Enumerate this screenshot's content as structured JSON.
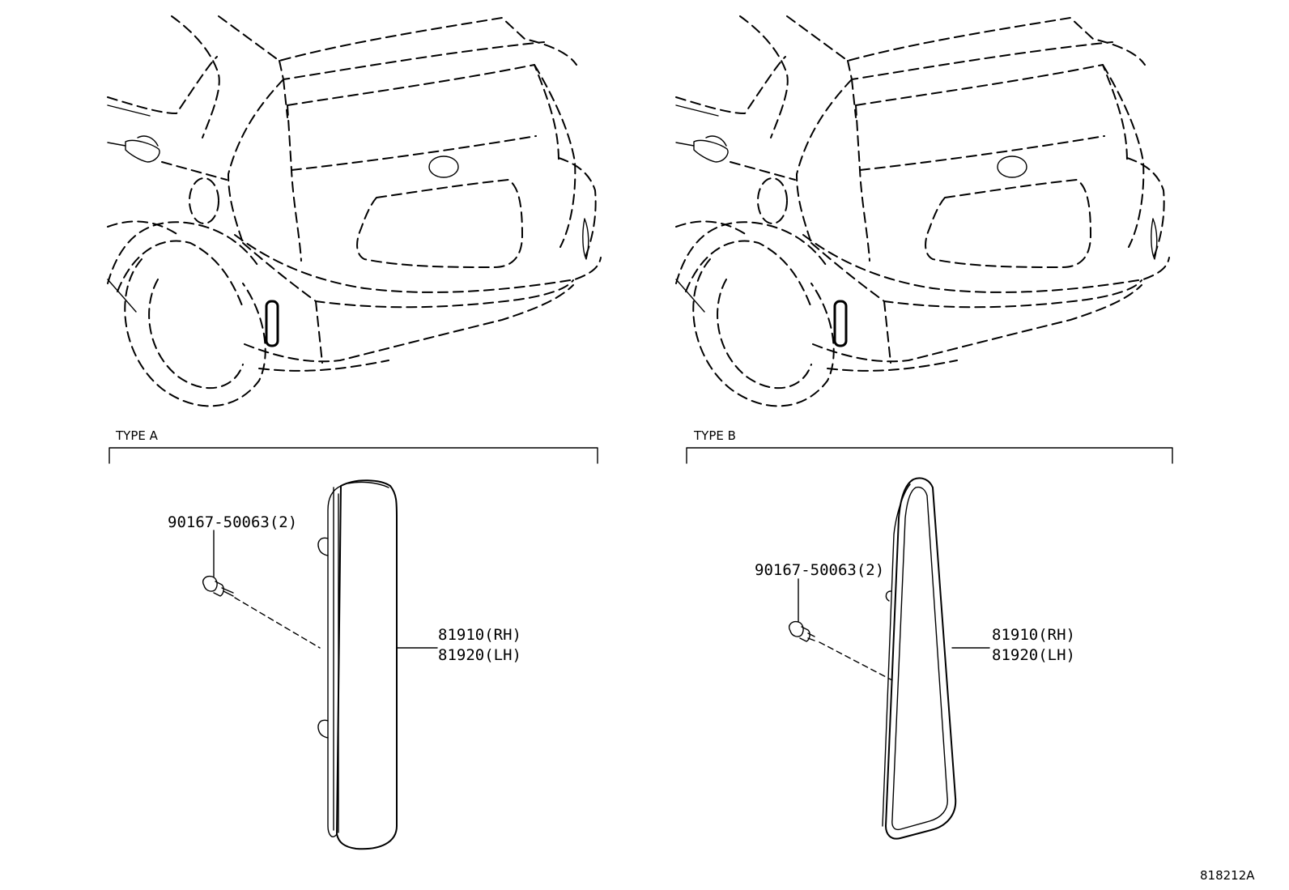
{
  "panels": [
    {
      "type_label": "TYPE A",
      "bolt_part": "90167-50063(2)",
      "part_rh": "81910(RH)",
      "part_lh": "81920(LH)"
    },
    {
      "type_label": "TYPE B",
      "bolt_part": "90167-50063(2)",
      "part_rh": "81910(RH)",
      "part_lh": "81920(LH)"
    }
  ],
  "illustration_id": "818212A"
}
